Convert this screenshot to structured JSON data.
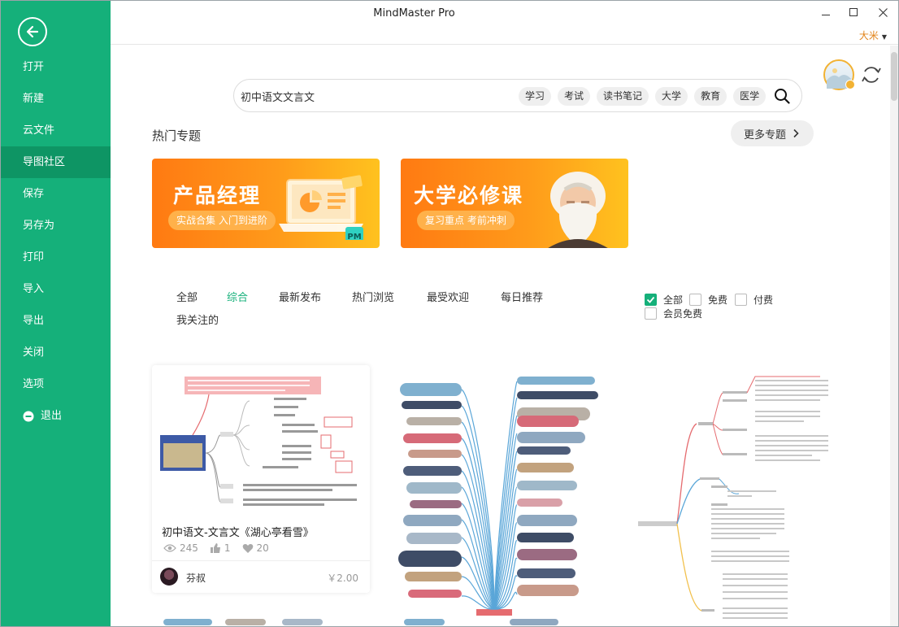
{
  "app": {
    "title": "MindMaster Pro",
    "user": "大米"
  },
  "sidebar": {
    "items": [
      {
        "label": "打开"
      },
      {
        "label": "新建"
      },
      {
        "label": "云文件"
      },
      {
        "label": "导图社区"
      },
      {
        "label": "保存"
      },
      {
        "label": "另存为"
      },
      {
        "label": "打印"
      },
      {
        "label": "导入"
      },
      {
        "label": "导出"
      },
      {
        "label": "关闭"
      },
      {
        "label": "选项"
      },
      {
        "label": "退出"
      }
    ],
    "active": "导图社区"
  },
  "search": {
    "value": "初中语文文言文",
    "tags": [
      "学习",
      "考试",
      "读书笔记",
      "大学",
      "教育",
      "医学"
    ]
  },
  "hot": {
    "title": "热门专题",
    "more": "更多专题",
    "banners": [
      {
        "title": "产品经理",
        "subtitle": "实战合集 入门到进阶",
        "badge": "PM"
      },
      {
        "title": "大学必修课",
        "subtitle": "复习重点 考前冲刺"
      }
    ]
  },
  "filters": {
    "tabs": [
      "全部",
      "综合",
      "最新发布",
      "热门浏览",
      "最受欢迎",
      "每日推荐",
      "我关注的"
    ],
    "active_tab": "综合",
    "price": [
      {
        "label": "全部",
        "checked": true
      },
      {
        "label": "免费",
        "checked": false
      },
      {
        "label": "付费",
        "checked": false
      },
      {
        "label": "会员免费",
        "checked": false
      }
    ]
  },
  "cards": [
    {
      "title": "初中语文-文言文《湖心亭看雪》",
      "views": "245",
      "likes": "1",
      "favorites": "20",
      "author": "芬叔",
      "price": "￥2.00"
    }
  ],
  "colors": {
    "brand": "#15b07a",
    "sidebar_active": "#0e9564",
    "banner_orange": "#ff8a15",
    "user_orange": "#e2841b"
  }
}
